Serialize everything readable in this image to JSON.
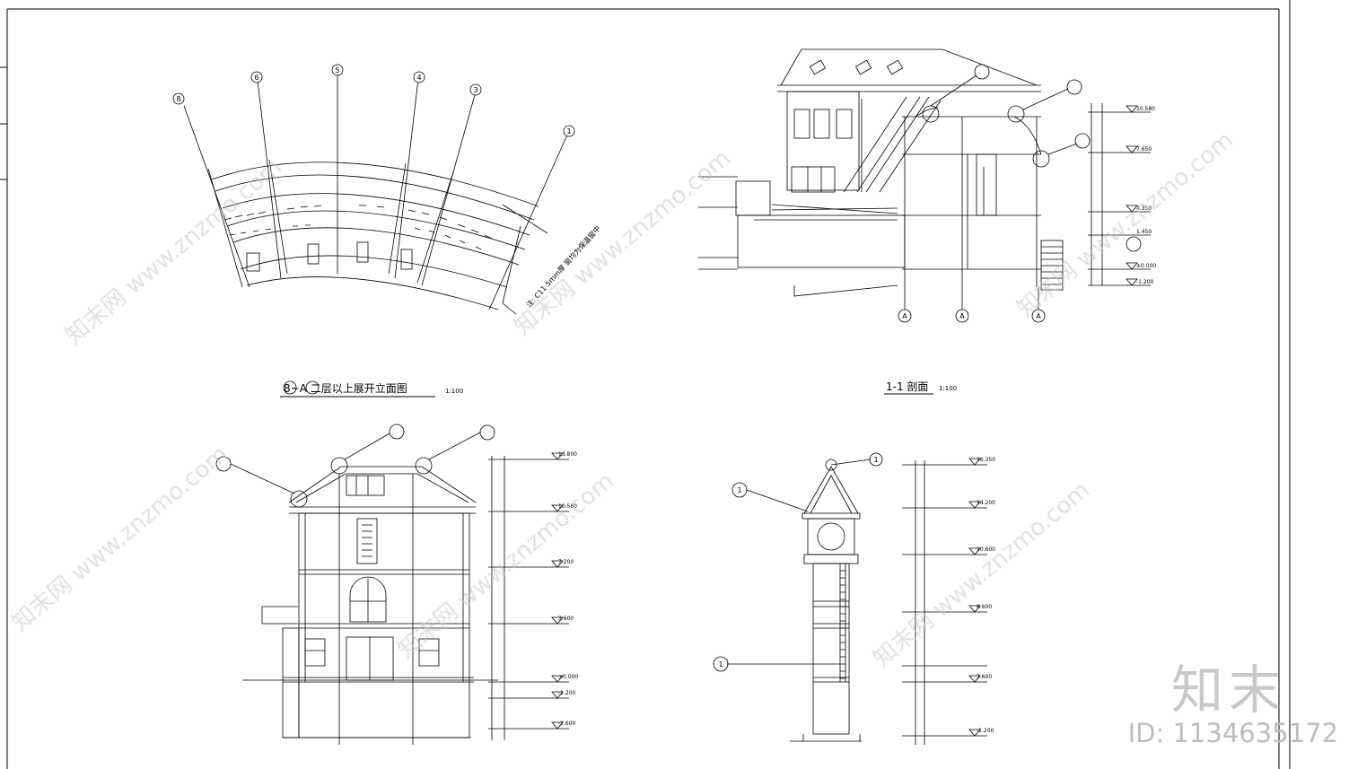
{
  "drawings": {
    "top_left": {
      "caption": "8~A 二层以上展开立面图",
      "scale": "1:100",
      "axis_tags": [
        "8",
        "6",
        "5",
        "4",
        "3",
        "1"
      ],
      "note": "注: C11 5mm厚 窗均为保温窗中"
    },
    "top_right": {
      "caption": "1-1 剖面",
      "scale": "1:100",
      "axis_tags": [
        "A",
        "A",
        "A"
      ],
      "levels": [
        "10.580",
        "7.650",
        "4.350",
        "1.450",
        "±0.000",
        "-1.200"
      ]
    },
    "bottom_left": {
      "levels": [
        "13.800",
        "10.580",
        "7.200",
        "3.600",
        "±0.000",
        "-1.200",
        "-2.600"
      ]
    },
    "bottom_right": {
      "levels": [
        "16.350",
        "14.200",
        "10.600",
        "6.600",
        "3.600",
        "-1.200"
      ],
      "callouts": [
        "1",
        "1",
        "1"
      ]
    }
  },
  "watermark": {
    "text": "知末网 www.znzmo.com",
    "brand": "知末",
    "id_label": "ID: 1134635172"
  }
}
